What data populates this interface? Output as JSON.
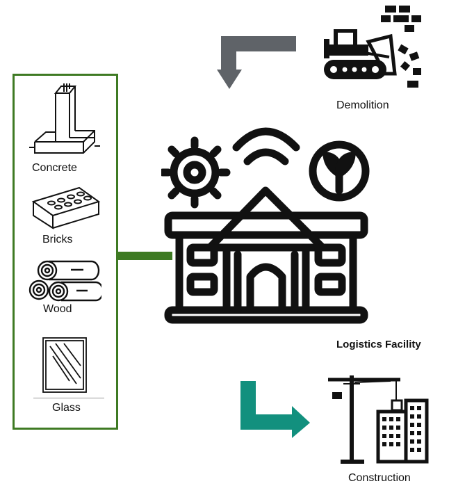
{
  "materials": {
    "items": [
      {
        "label": "Concrete",
        "icon": "concrete-foundation-icon"
      },
      {
        "label": "Bricks",
        "icon": "bricks-icon"
      },
      {
        "label": "Wood",
        "icon": "wood-logs-icon"
      },
      {
        "label": "Glass",
        "icon": "glass-pane-icon"
      }
    ],
    "border_color": "#3e7a23"
  },
  "nodes": {
    "demolition": {
      "label": "Demolition",
      "icon": "bulldozer-icon"
    },
    "facility": {
      "label": "Logistics Facility",
      "icon": "smart-building-icon"
    },
    "construction": {
      "label": "Construction",
      "icon": "crane-building-icon"
    }
  },
  "arrows": {
    "incoming_color": "#5f6368",
    "outgoing_color": "#12907e",
    "connector_color": "#3e7a23"
  }
}
